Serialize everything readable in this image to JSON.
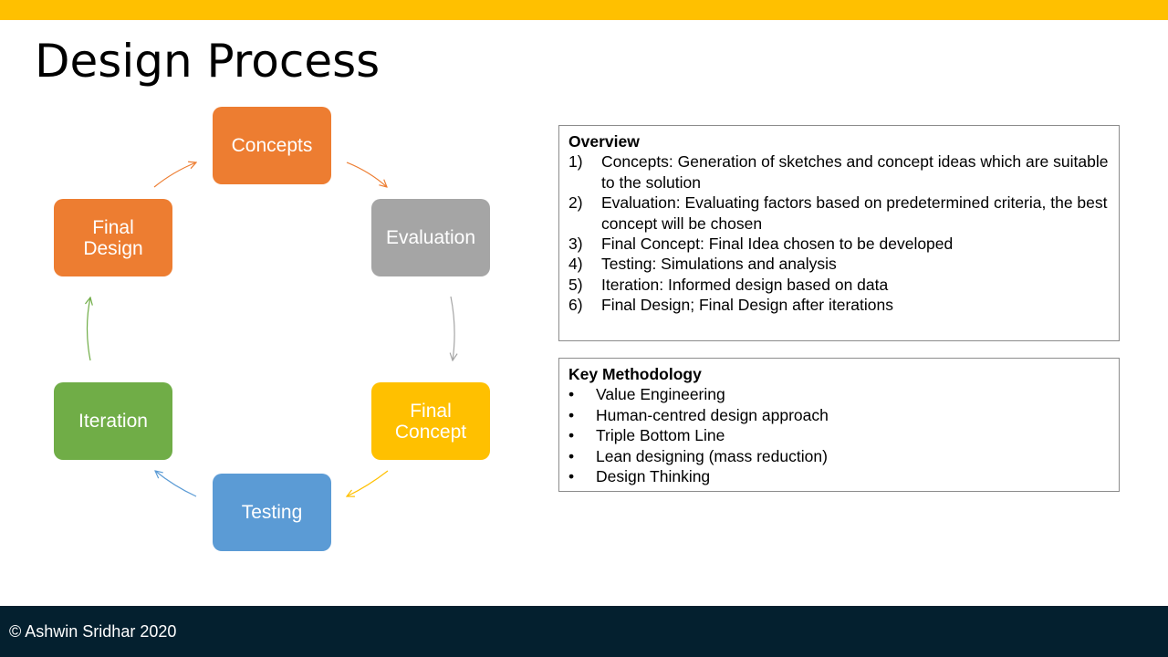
{
  "title": "Design Process",
  "colors": {
    "top_bar": "#ffc000",
    "footer_bg": "#04202f",
    "concepts": "#ed7d31",
    "evaluation": "#a5a5a5",
    "final_concept": "#ffc000",
    "testing": "#5b9bd5",
    "iteration": "#70ad47",
    "final_design": "#ed7d31"
  },
  "cycle": {
    "concepts": "Concepts",
    "evaluation": "Evaluation",
    "final_concept": [
      "Final",
      "Concept"
    ],
    "testing": "Testing",
    "iteration": "Iteration",
    "final_design": [
      "Final",
      "Design"
    ]
  },
  "overview": {
    "heading": "Overview",
    "items": [
      {
        "num": "1)",
        "text": "Concepts: Generation of sketches and concept ideas which are suitable to the solution"
      },
      {
        "num": "2)",
        "text": "Evaluation: Evaluating factors based on predetermined criteria, the best concept will be chosen"
      },
      {
        "num": "3)",
        "text": "Final Concept: Final Idea chosen to be developed"
      },
      {
        "num": "4)",
        "text": "Testing: Simulations and analysis"
      },
      {
        "num": "5)",
        "text": "Iteration: Informed design based on data"
      },
      {
        "num": "6)",
        "text": "Final Design; Final Design after iterations"
      }
    ]
  },
  "methodology": {
    "heading": "Key Methodology",
    "bullet": "•",
    "items": [
      "Value Engineering",
      "Human-centred design approach",
      "Triple Bottom Line",
      "Lean designing (mass reduction)",
      "Design Thinking"
    ]
  },
  "footer": "© Ashwin Sridhar 2020"
}
